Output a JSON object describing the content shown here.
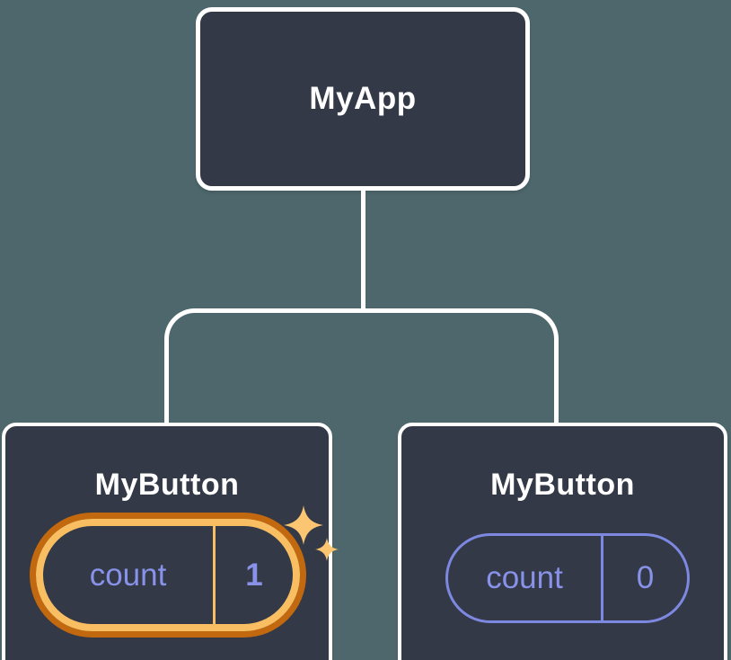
{
  "diagram": {
    "type": "component-tree",
    "root": {
      "label": "MyApp"
    },
    "children": [
      {
        "label": "MyButton",
        "state": {
          "name": "count",
          "value": "1"
        },
        "highlighted": true
      },
      {
        "label": "MyButton",
        "state": {
          "name": "count",
          "value": "0"
        },
        "highlighted": false
      }
    ]
  },
  "icons": {
    "sparkles": "sparkles-icon"
  },
  "colors": {
    "background": "#4d676d",
    "card": "#333947",
    "line": "#ffffff",
    "purple_text": "#8792e8",
    "purple_border": "#7d88e0",
    "orange_outer": "#c2690f",
    "orange_inner": "#f9bd62",
    "sparkle": "#fbc571"
  }
}
